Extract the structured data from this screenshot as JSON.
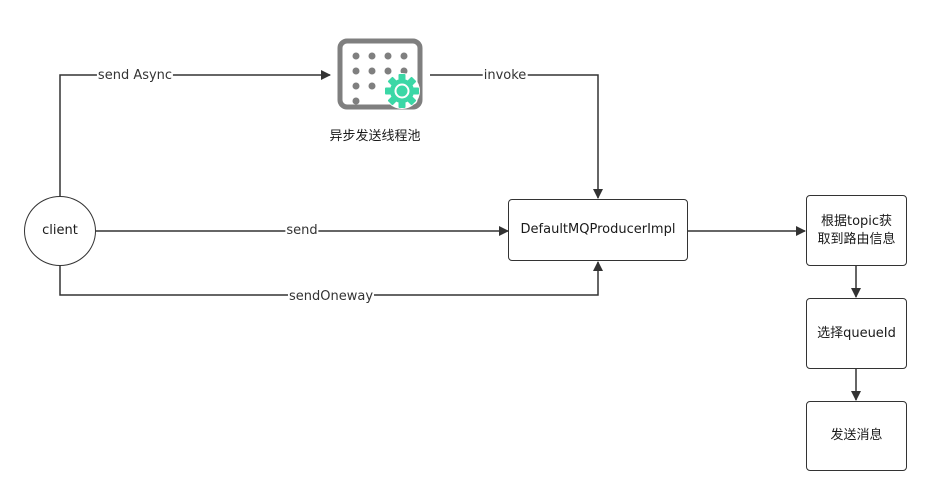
{
  "nodes": {
    "client": "client",
    "impl": "DefaultMQProducerImpl",
    "step1": "根据topic获取到路由信息",
    "step2": "选择queueId",
    "step3": "发送消息"
  },
  "pool_caption": "异步发送线程池",
  "edges": {
    "send_async": "send Async",
    "invoke": "invoke",
    "send": "send",
    "send_oneway": "sendOneway"
  },
  "colors": {
    "line": "#333333",
    "pool_icon": "#7f7f7f",
    "gear": "#3bd7a6"
  },
  "icons": {
    "pool": "thread-pool-grid-icon",
    "gear": "gear-icon"
  }
}
